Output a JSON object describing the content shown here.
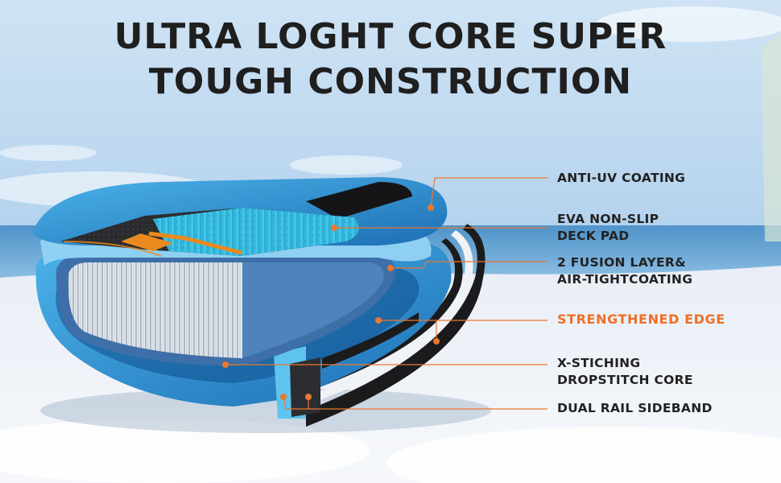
{
  "title": {
    "line1": "ULTRA LOGHT CORE SUPER",
    "line2": "TOUGH CONSTRUCTION"
  },
  "callouts": [
    {
      "lines": [
        "ANTI-UV  COATING"
      ],
      "accent": false
    },
    {
      "lines": [
        "EVA NON-SLIP",
        "DECK PAD"
      ],
      "accent": false
    },
    {
      "lines": [
        "2 FUSION LAYER&",
        "AIR-TIGHTCOATING"
      ],
      "accent": false
    },
    {
      "lines": [
        "STRENGTHENED EDGE"
      ],
      "accent": true
    },
    {
      "lines": [
        "X-STICHING",
        "DROPSTITCH CORE"
      ],
      "accent": false
    },
    {
      "lines": [
        "DUAL RAIL SIDEBAND"
      ],
      "accent": false
    }
  ],
  "colors": {
    "leader": "#e9782f",
    "accent_text": "#ee6f28",
    "board_blue": "#2f8fd0",
    "deck_pad": "#36b9dc"
  }
}
